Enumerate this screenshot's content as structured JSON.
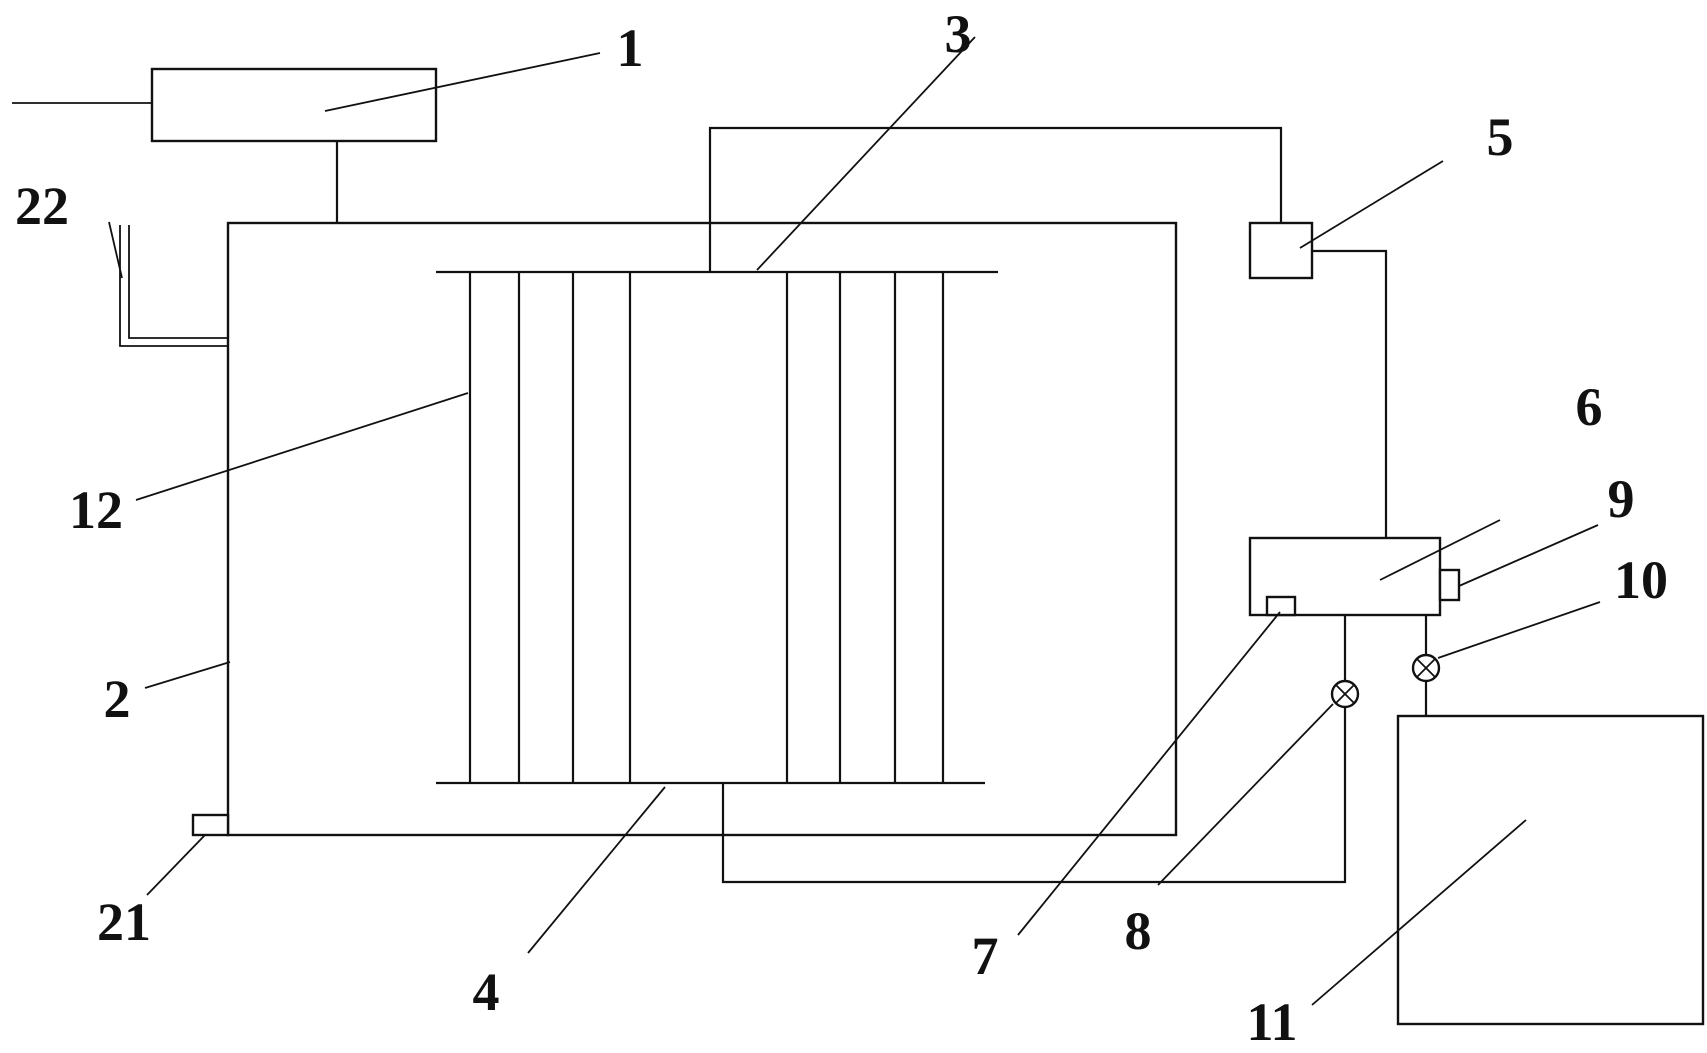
{
  "labels": {
    "l1": "1",
    "l2": "2",
    "l3": "3",
    "l4": "4",
    "l5": "5",
    "l6": "6",
    "l7": "7",
    "l8": "8",
    "l9": "9",
    "l10": "10",
    "l11": "11",
    "l12": "12",
    "l21": "21",
    "l22": "22"
  },
  "colors": {
    "stroke": "#111111",
    "background": "#ffffff"
  }
}
